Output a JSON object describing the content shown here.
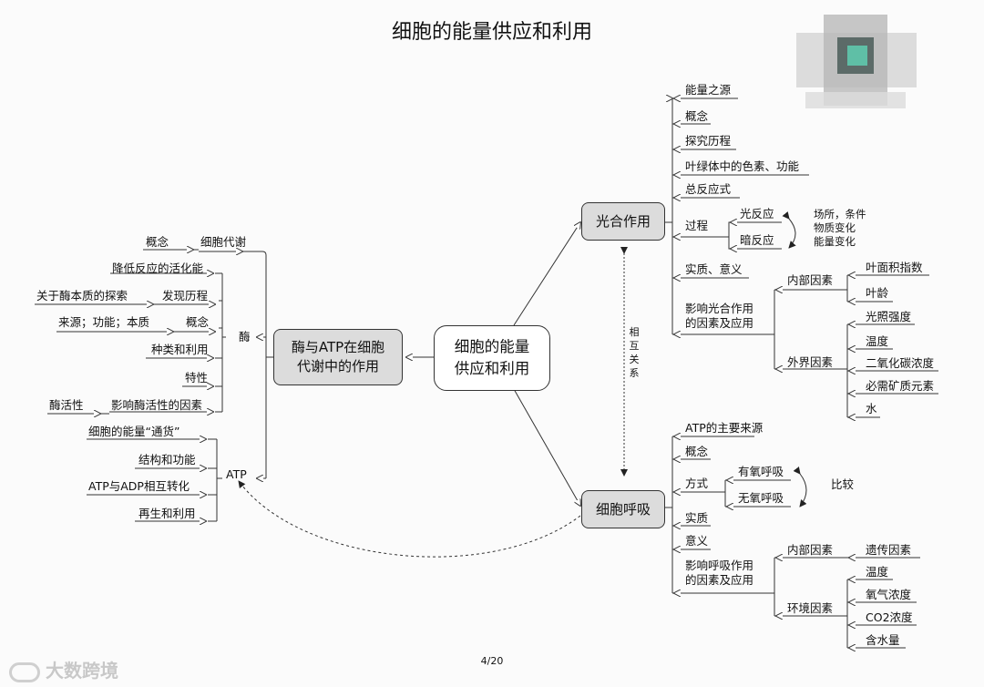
{
  "title": "细胞的能量供应和利用",
  "page_number": "4/20",
  "watermark": "大数跨境",
  "center": {
    "line1": "细胞的能量",
    "line2": "供应和利用"
  },
  "relation": "相互关系",
  "enzyme_atp": {
    "label_line1": "酶与ATP在细胞",
    "label_line2": "代谢中的作用",
    "enzyme": {
      "label": "酶",
      "items": [
        {
          "label": "细胞代谢",
          "sub": "概念"
        },
        {
          "label": "降低反应的活化能"
        },
        {
          "label": "发现历程",
          "sub": "关于酶本质的探索"
        },
        {
          "label": "概念",
          "sub": "来源；功能；本质"
        },
        {
          "label": "种类和利用"
        },
        {
          "label": "特性"
        },
        {
          "label": "影响酶活性的因素",
          "sub": "酶活性"
        }
      ]
    },
    "atp": {
      "label": "ATP",
      "items": [
        "细胞的能量“通货”",
        "结构和功能",
        "ATP与ADP相互转化",
        "再生和利用"
      ]
    }
  },
  "photosynthesis": {
    "label": "光合作用",
    "items": [
      "能量之源",
      "概念",
      "探究历程",
      "叶绿体中的色素、功能",
      "总反应式"
    ],
    "process": {
      "label": "过程",
      "light": "光反应",
      "dark": "暗反应",
      "notes": [
        "场所，条件",
        "物质变化",
        "能量变化"
      ]
    },
    "essence": "实质、意义",
    "factors": {
      "label_line1": "影响光合作用",
      "label_line2": "的因素及应用",
      "internal": {
        "label": "内部因素",
        "items": [
          "叶面积指数",
          "叶龄"
        ]
      },
      "external": {
        "label": "外界因素",
        "items": [
          "光照强度",
          "温度",
          "二氧化碳浓度",
          "必需矿质元素",
          "水"
        ]
      }
    }
  },
  "respiration": {
    "label": "细胞呼吸",
    "items": [
      "ATP的主要来源",
      "概念"
    ],
    "mode": {
      "label": "方式",
      "aerobic": "有氧呼吸",
      "anaerobic": "无氧呼吸",
      "compare": "比较"
    },
    "after": [
      "实质",
      "意义"
    ],
    "factors": {
      "label_line1": "影响呼吸作用",
      "label_line2": "的因素及应用",
      "internal": {
        "label": "内部因素",
        "items": [
          "遗传因素"
        ]
      },
      "environment": {
        "label": "环境因素",
        "items": [
          "温度",
          "氧气浓度",
          "CO2浓度",
          "含水量"
        ]
      }
    }
  }
}
